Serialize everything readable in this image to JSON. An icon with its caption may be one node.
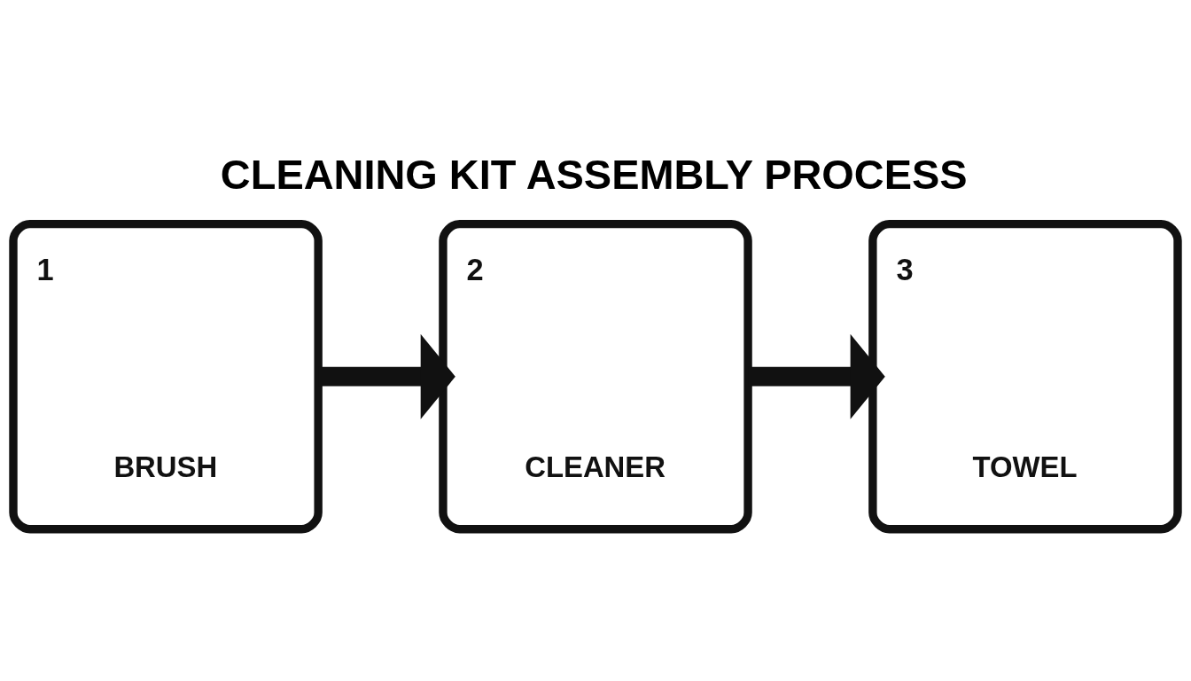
{
  "diagram": {
    "title": "CLEANING KIT ASSEMBLY PROCESS",
    "nodes": [
      {
        "text": [
          "1",
          "BRUSH"
        ]
      },
      {
        "text": [
          "2",
          "CLEANER"
        ]
      },
      {
        "text": [
          "3",
          "TOWEL"
        ]
      }
    ],
    "edges": [
      {
        "from": 0,
        "to": 1,
        "arrow": "to"
      },
      {
        "from": 1,
        "to": 2,
        "arrow": "to"
      }
    ]
  }
}
